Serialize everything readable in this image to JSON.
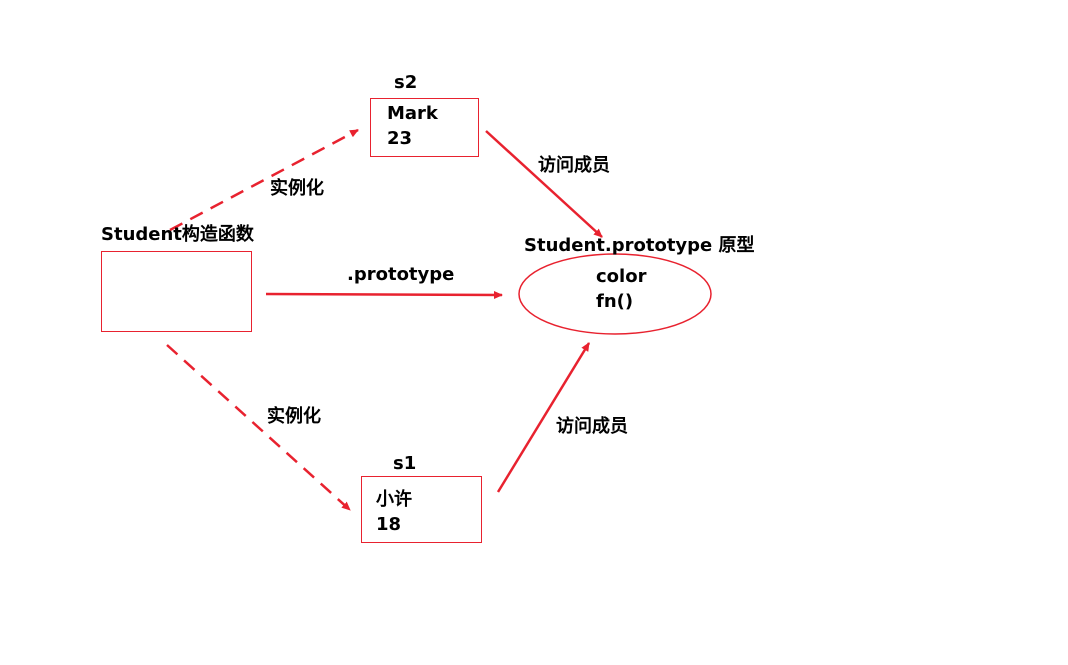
{
  "colors": {
    "accent": "#e8222f",
    "text": "#000000",
    "background": "#ffffff"
  },
  "constructor": {
    "label": "Student构造函数"
  },
  "prototype_node": {
    "label": "Student.prototype 原型",
    "members": [
      "color",
      "fn()"
    ]
  },
  "instance_s2": {
    "label": "s2",
    "name": "Mark",
    "age": "23"
  },
  "instance_s1": {
    "label": "s1",
    "name": "小许",
    "age": "18"
  },
  "edges": {
    "instantiate_top": "实例化",
    "instantiate_bottom": "实例化",
    "prototype_link": ".prototype",
    "access_top": "访问成员",
    "access_bottom": "访问成员"
  }
}
